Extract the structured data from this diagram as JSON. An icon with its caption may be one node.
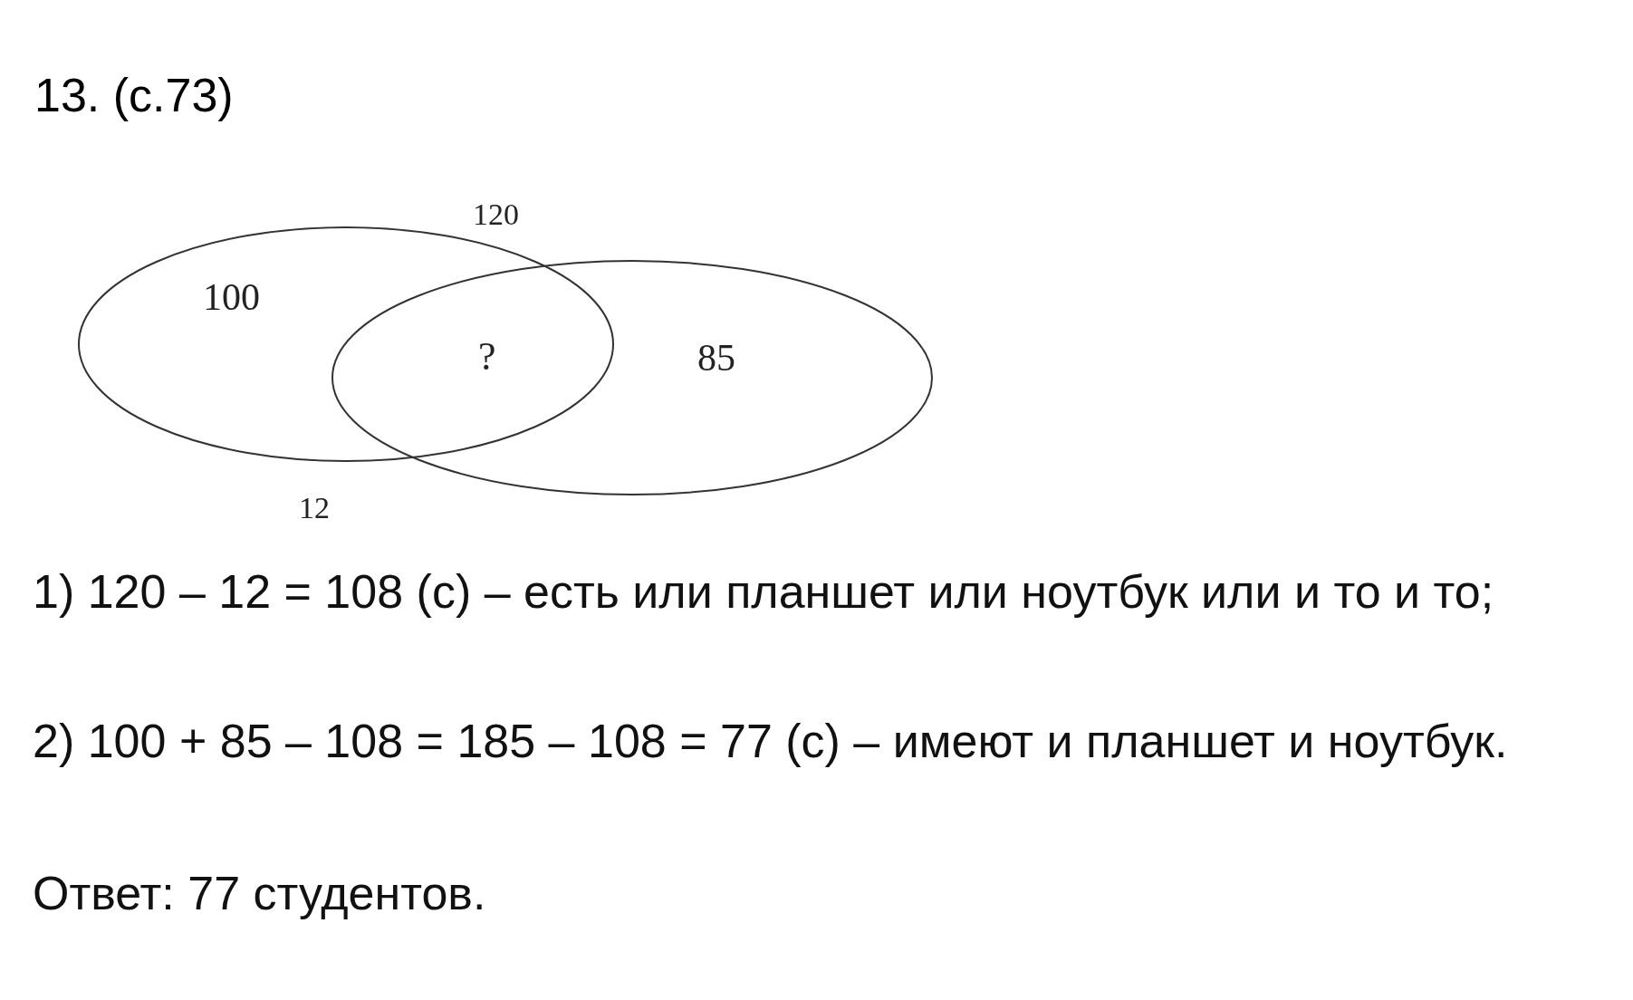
{
  "diagram": {
    "title": "13. (с.73)",
    "nodes": [
      {
        "text": [
          "100"
        ]
      },
      {
        "text": [
          "85"
        ]
      }
    ],
    "edges": [],
    "labels": [
      "120",
      "?",
      "12",
      "1) 120 – 12 = 108 (с) – есть или планшет или ноутбук или и то и то;",
      "2)  100 + 85 – 108 = 185 – 108 = 77 (с) – имеют и планшет и ноутбук.",
      "Ответ: 77 студентов."
    ]
  }
}
